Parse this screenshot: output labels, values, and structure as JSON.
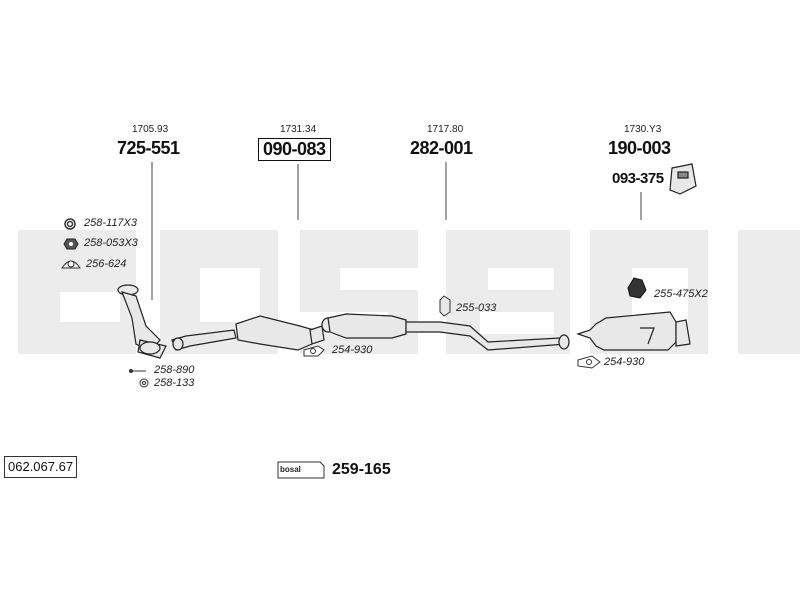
{
  "brand": "bosal",
  "catalog_number": "062.067.67",
  "parts": [
    {
      "ref": "1705.93",
      "number": "725-551"
    },
    {
      "ref": "1731.34",
      "number": "090-083"
    },
    {
      "ref": "1717.80",
      "number": "282-001"
    },
    {
      "ref": "1730.Y3",
      "number": "190-003",
      "extra_number": "093-375"
    }
  ],
  "accessories": {
    "a1": "258-117X3",
    "a2": "258-053X3",
    "a3": "256-624",
    "a4": "258-890",
    "a5": "258-133",
    "a6": "254-930",
    "a7": "255-033",
    "a8": "255-475X2",
    "a9": "254-930"
  },
  "kit": {
    "label": "259-165"
  }
}
